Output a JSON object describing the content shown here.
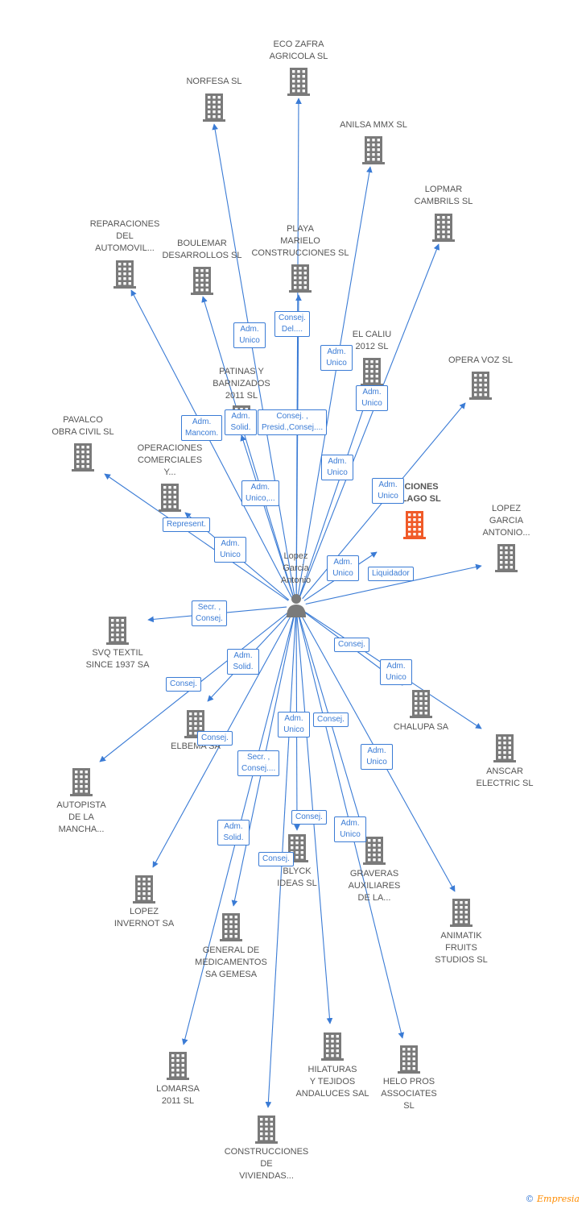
{
  "center": {
    "name": "Lopez\nGarcia\nAntonio",
    "icon": "person-icon"
  },
  "colors": {
    "edge": "#3a7bd5",
    "node": "#7a7a7a",
    "highlight": "#f05a28"
  },
  "nodes": [
    {
      "name": "ECO ZAFRA\nAGRICOLA SL",
      "icon": "building-icon"
    },
    {
      "name": "NORFESA SL",
      "icon": "building-icon"
    },
    {
      "name": "ANILSA MMX SL",
      "icon": "building-icon"
    },
    {
      "name": "LOPMAR\nCAMBRILS  SL",
      "icon": "building-icon"
    },
    {
      "name": "REPARACIONES\nDEL\nAUTOMOVIL...",
      "icon": "building-icon"
    },
    {
      "name": "BOULEMAR\nDESARROLLOS SL",
      "icon": "building-icon"
    },
    {
      "name": "PLAYA\nMARIELO\nCONSTRUCCIONES SL",
      "icon": "building-icon"
    },
    {
      "name": "EL CALIU\n2012 SL",
      "icon": "building-icon"
    },
    {
      "name": "OPERA VOZ SL",
      "icon": "building-icon"
    },
    {
      "name": "PATINAS Y\nBARNIZADOS\n2011 SL",
      "icon": "building-icon"
    },
    {
      "name": "PAVALCO\nOBRA CIVIL  SL",
      "icon": "building-icon"
    },
    {
      "name": "OPERACIONES\nCOMERCIALES\nY...",
      "icon": "building-icon"
    },
    {
      "name": "...ACIONES\n...ELAGO SL",
      "icon": "building-icon",
      "highlight": true
    },
    {
      "name": "LOPEZ\nGARCIA\nANTONIO...",
      "icon": "building-icon"
    },
    {
      "name": "SVQ TEXTIL\nSINCE 1937 SA",
      "icon": "building-icon"
    },
    {
      "name": "CHALUPA SA",
      "icon": "building-icon"
    },
    {
      "name": "ANSCAR\nELECTRIC SL",
      "icon": "building-icon"
    },
    {
      "name": "ELBEMA SA",
      "icon": "building-icon"
    },
    {
      "name": "AUTOPISTA\nDE LA\nMANCHA...",
      "icon": "building-icon"
    },
    {
      "name": "BLYCK\nIDEAS SL",
      "icon": "building-icon"
    },
    {
      "name": "GRAVERAS\nAUXILIARES\nDE LA...",
      "icon": "building-icon"
    },
    {
      "name": "LOPEZ\nINVERNOT SA",
      "icon": "building-icon"
    },
    {
      "name": "GENERAL DE\nMEDICAMENTOS\nSA GEMESA",
      "icon": "building-icon"
    },
    {
      "name": "ANIMATIK\nFRUITS\nSTUDIOS  SL",
      "icon": "building-icon"
    },
    {
      "name": "LOMARSA\n2011 SL",
      "icon": "building-icon"
    },
    {
      "name": "HILATURAS\nY TEJIDOS\nANDALUCES SAL",
      "icon": "building-icon"
    },
    {
      "name": "HELO PROS\nASSOCIATES\nSL",
      "icon": "building-icon"
    },
    {
      "name": "CONSTRUCCIONES\nDE\nVIVIENDAS...",
      "icon": "building-icon"
    }
  ],
  "edge_labels": [
    "Adm.\nUnico",
    "Consej.\nDel....",
    "Adm.\nUnico",
    "Adm.\nUnico",
    "Adm.\nMancom.",
    "Adm.\nSolid.",
    "Consej. ,\nPresid.,Consej....",
    "Adm.\nUnico",
    "Adm.\nUnico",
    "Adm.\nUnico,...",
    "Represent.",
    "Adm.\nUnico",
    "Adm.\nUnico",
    "Liquidador",
    "Secr. ,\nConsej.",
    "Consej.",
    "Adm.\nUnico",
    "Adm.\nSolid.",
    "Consej.",
    "Adm.\nUnico",
    "Consej.",
    "Consej.",
    "Secr. ,\nConsej....",
    "Adm.\nUnico",
    "Adm.\nSolid.",
    "Consej.",
    "Adm.\nUnico",
    "Consej."
  ],
  "watermark": {
    "symbol": "©",
    "brand": "Empresia"
  }
}
